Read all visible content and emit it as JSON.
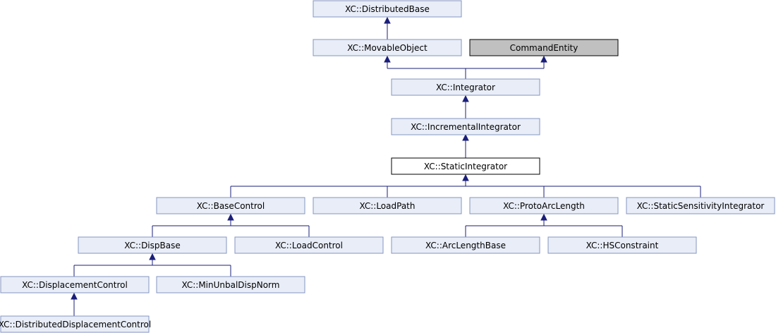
{
  "diagram": {
    "nodes": {
      "distributed_base": "XC::DistributedBase",
      "movable_object": "XC::MovableObject",
      "command_entity": "CommandEntity",
      "integrator": "XC::Integrator",
      "incremental_integrator": "XC::IncrementalIntegrator",
      "static_integrator": "XC::StaticIntegrator",
      "base_control": "XC::BaseControl",
      "load_path": "XC::LoadPath",
      "proto_arc_length": "XC::ProtoArcLength",
      "static_sensitivity_integrator": "XC::StaticSensitivityIntegrator",
      "disp_base": "XC::DispBase",
      "load_control": "XC::LoadControl",
      "arc_length_base": "XC::ArcLengthBase",
      "hs_constraint": "XC::HSConstraint",
      "displacement_control": "XC::DisplacementControl",
      "min_unbal_disp_norm": "XC::MinUnbalDispNorm",
      "distributed_displacement_control": "XC::DistributedDisplacementControl"
    },
    "colors": {
      "node_fill": "#e8edf7",
      "node_border": "#8495c2",
      "current_fill": "#ffffff",
      "current_border": "#000000",
      "external_fill": "#c0c0c0",
      "edge": "#1b1f7a"
    },
    "highlighted_node": "static_integrator",
    "external_node": "command_entity",
    "inheritance": [
      {
        "child": "movable_object",
        "parent": "distributed_base"
      },
      {
        "child": "integrator",
        "parent": "movable_object"
      },
      {
        "child": "integrator",
        "parent": "command_entity"
      },
      {
        "child": "incremental_integrator",
        "parent": "integrator"
      },
      {
        "child": "static_integrator",
        "parent": "incremental_integrator"
      },
      {
        "child": "base_control",
        "parent": "static_integrator"
      },
      {
        "child": "load_path",
        "parent": "static_integrator"
      },
      {
        "child": "proto_arc_length",
        "parent": "static_integrator"
      },
      {
        "child": "static_sensitivity_integrator",
        "parent": "static_integrator"
      },
      {
        "child": "disp_base",
        "parent": "base_control"
      },
      {
        "child": "load_control",
        "parent": "base_control"
      },
      {
        "child": "arc_length_base",
        "parent": "proto_arc_length"
      },
      {
        "child": "hs_constraint",
        "parent": "proto_arc_length"
      },
      {
        "child": "displacement_control",
        "parent": "disp_base"
      },
      {
        "child": "min_unbal_disp_norm",
        "parent": "disp_base"
      },
      {
        "child": "distributed_displacement_control",
        "parent": "displacement_control"
      }
    ]
  }
}
